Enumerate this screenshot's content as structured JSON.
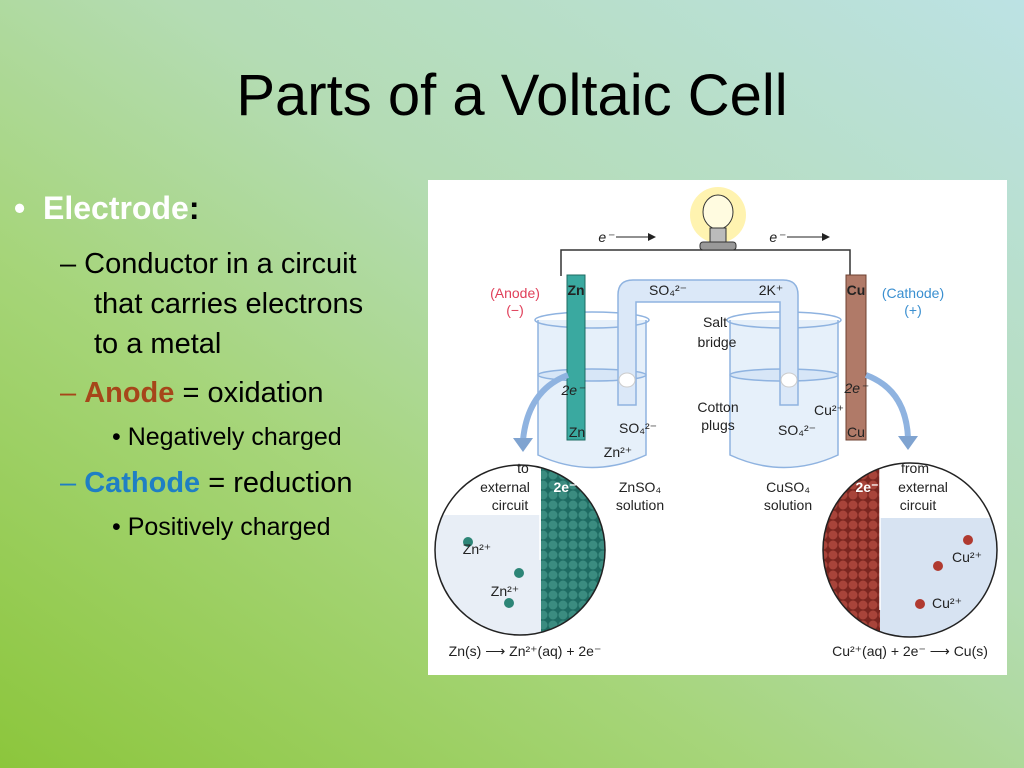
{
  "slide": {
    "title": "Parts of a Voltaic Cell",
    "bullets": {
      "electrode_term": "Electrode",
      "electrode_colon": ":",
      "definition": [
        "– Conductor in a circuit",
        "that carries electrons",
        "to a metal"
      ],
      "anode_dash": "– ",
      "anode_term": "Anode",
      "anode_rest": " = oxidation",
      "anode_sub": "• Negatively charged",
      "cathode_dash": "– ",
      "cathode_term": "Cathode",
      "cathode_rest": " = reduction",
      "cathode_sub": "• Positively charged",
      "bullet": "•"
    }
  },
  "colors": {
    "anode": "#a6461a",
    "cathode": "#1f7fc4",
    "zinc": "#3aa9a0",
    "copper": "#b07a68",
    "anode_label": "#e0405a",
    "cathode_label": "#3a8fd0"
  },
  "diagram": {
    "e_left": "e⁻",
    "e_right": "e⁻",
    "anode_label": "(Anode)",
    "anode_sign": "(−)",
    "cathode_label": "(Cathode)",
    "cathode_sign": "(+)",
    "zn": "Zn",
    "cu": "Cu",
    "so4_bridge": "SO₄²⁻",
    "k_bridge": "2K⁺",
    "salt": "Salt",
    "bridge": "bridge",
    "zn_2e": "2e⁻",
    "zn_bottom": "Zn",
    "zn_ion": "Zn²⁺",
    "so4_left": "SO₄²⁻",
    "cotton": "Cotton",
    "plugs": "plugs",
    "so4_right": "SO₄²⁻",
    "cu_2e": "2e⁻",
    "cu_ion": "Cu²⁺",
    "cu_bottom": "Cu",
    "to": "to",
    "external_l": "external",
    "circuit_l": "circuit",
    "circle_2e_l": "2e⁻",
    "znso4": "ZnSO₄",
    "solution_l": "solution",
    "cuso4": "CuSO₄",
    "solution_r": "solution",
    "from": "from",
    "external_r": "external",
    "circuit_r": "circuit",
    "circle_2e_r": "2e⁻",
    "zn_ion_1": "Zn²⁺",
    "zn_ion_2": "Zn²⁺",
    "cu_ion_1": "Cu²⁺",
    "cu_ion_2": "Cu²⁺",
    "eq_left": "Zn(s) ⟶ Zn²⁺(aq) + 2e⁻",
    "eq_right": "Cu²⁺(aq) + 2e⁻ ⟶ Cu(s)"
  }
}
